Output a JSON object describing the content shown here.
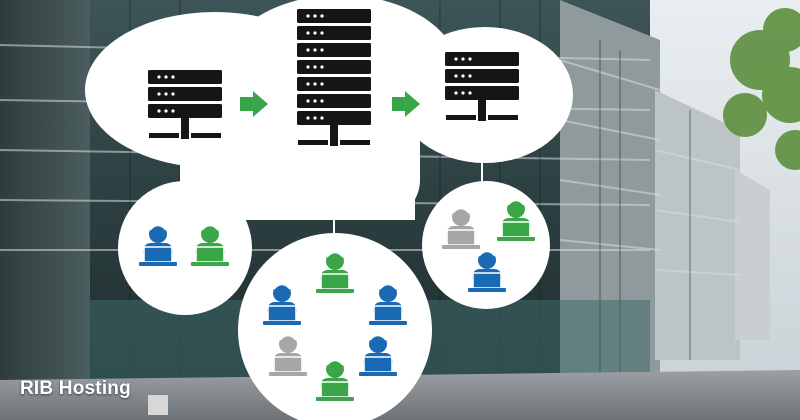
{
  "caption": "RIB Hosting",
  "colors": {
    "server": "#151515",
    "arrow": "#37a64a",
    "user_blue": "#1a69b5",
    "user_green": "#3aa647",
    "user_gray": "#a6a6a6",
    "bubble": "#ffffff"
  },
  "icons": [
    "server-icon",
    "arrow-right-icon",
    "user-at-laptop-icon"
  ],
  "user_groups": [
    {
      "users": [
        "blue",
        "green"
      ]
    },
    {
      "users": [
        "green",
        "blue",
        "blue",
        "gray",
        "blue",
        "green"
      ]
    },
    {
      "users": [
        "gray",
        "green",
        "blue"
      ]
    }
  ]
}
